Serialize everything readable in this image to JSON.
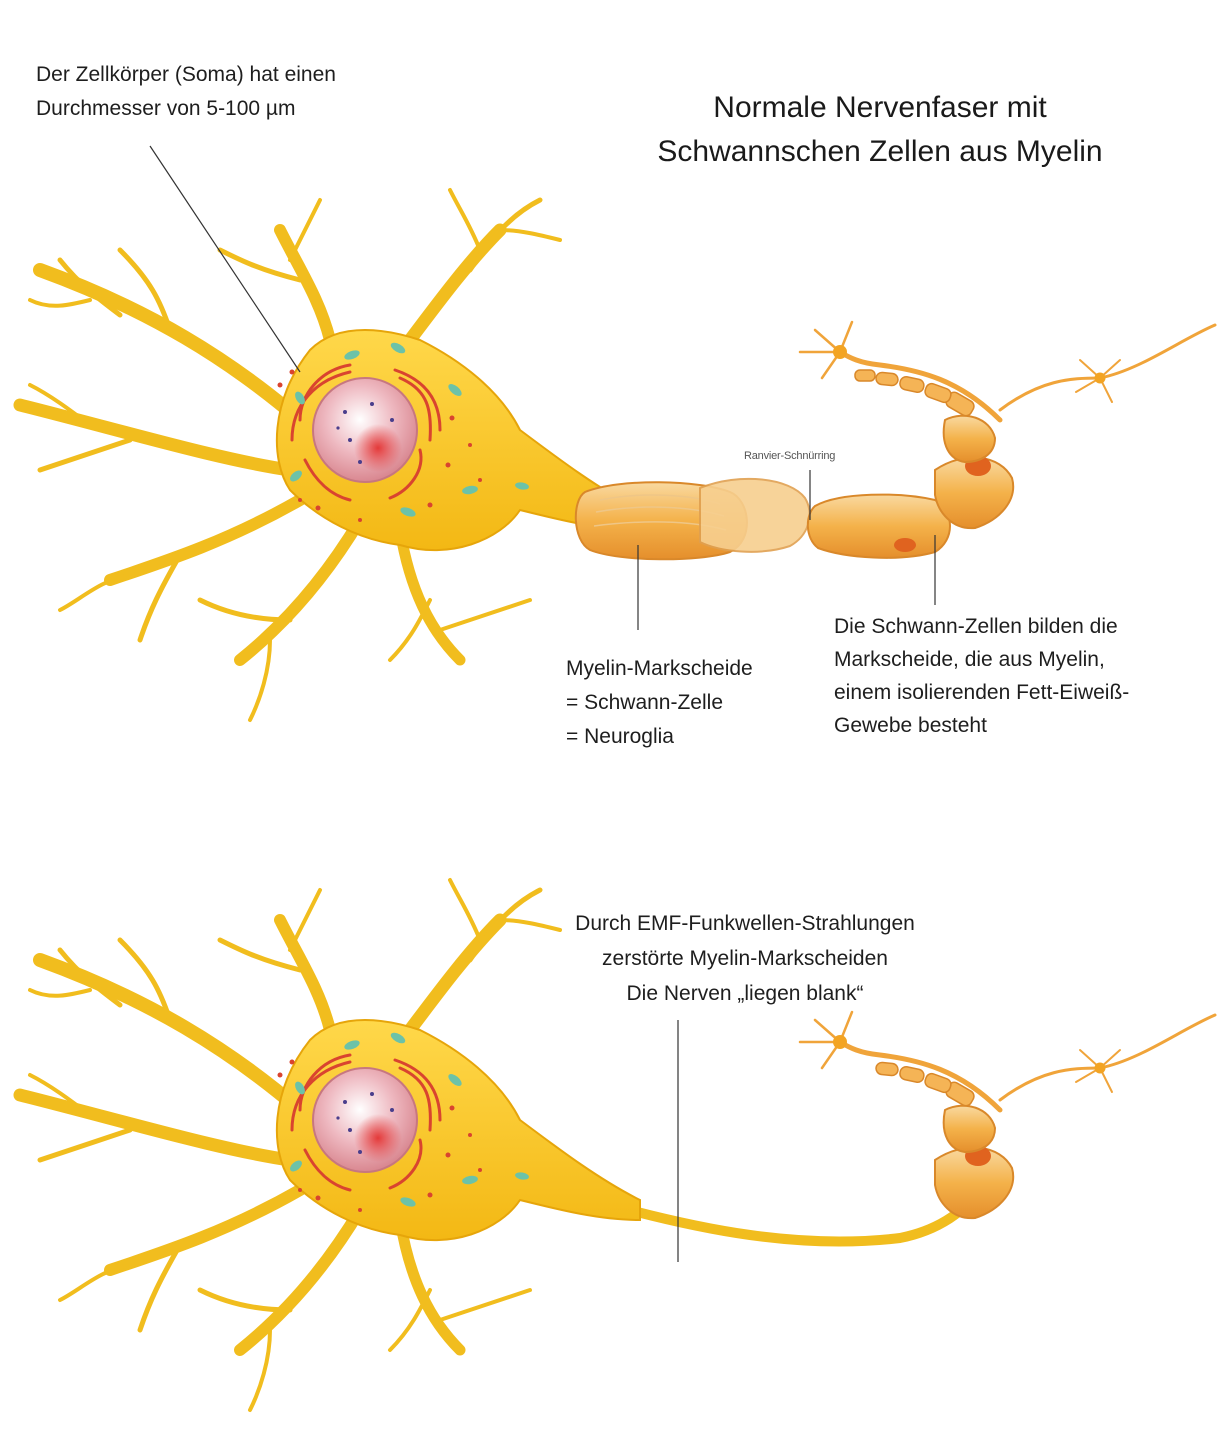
{
  "title": {
    "line1": "Normale Nervenfaser mit",
    "line2": "Schwannschen Zellen aus Myelin"
  },
  "labels": {
    "soma": {
      "line1": "Der Zellkörper (Soma) hat einen",
      "line2": "Durchmesser von 5-100 µm"
    },
    "ranvier": "Ranvier-Schnürring",
    "myelin_sheath": {
      "line1": "Myelin-Markscheide",
      "line2": "= Schwann-Zelle",
      "line3": "= Neuroglia"
    },
    "schwann_cells": {
      "line1": "Die Schwann-Zellen bilden die",
      "line2": "Markscheide, die aus Myelin,",
      "line3": "einem isolierenden Fett-Eiweiß-",
      "line4": "Gewebe besteht"
    },
    "emf": {
      "line1": "Durch EMF-Funkwellen-Strahlungen",
      "line2": "zerstörte Myelin-Markscheiden",
      "line3": "Die Nerven „liegen blank“"
    }
  },
  "colors": {
    "neuron_fill": "#f5c518",
    "neuron_edge": "#e0a000",
    "myelin_fill": "#f4b24a",
    "myelin_edge": "#d9882a",
    "nucleus": "#e89aa3",
    "nucleolus": "#d8323a",
    "organelle_red": "#d9442f",
    "mito_teal": "#6cc2a8",
    "leader_line": "#333333"
  }
}
